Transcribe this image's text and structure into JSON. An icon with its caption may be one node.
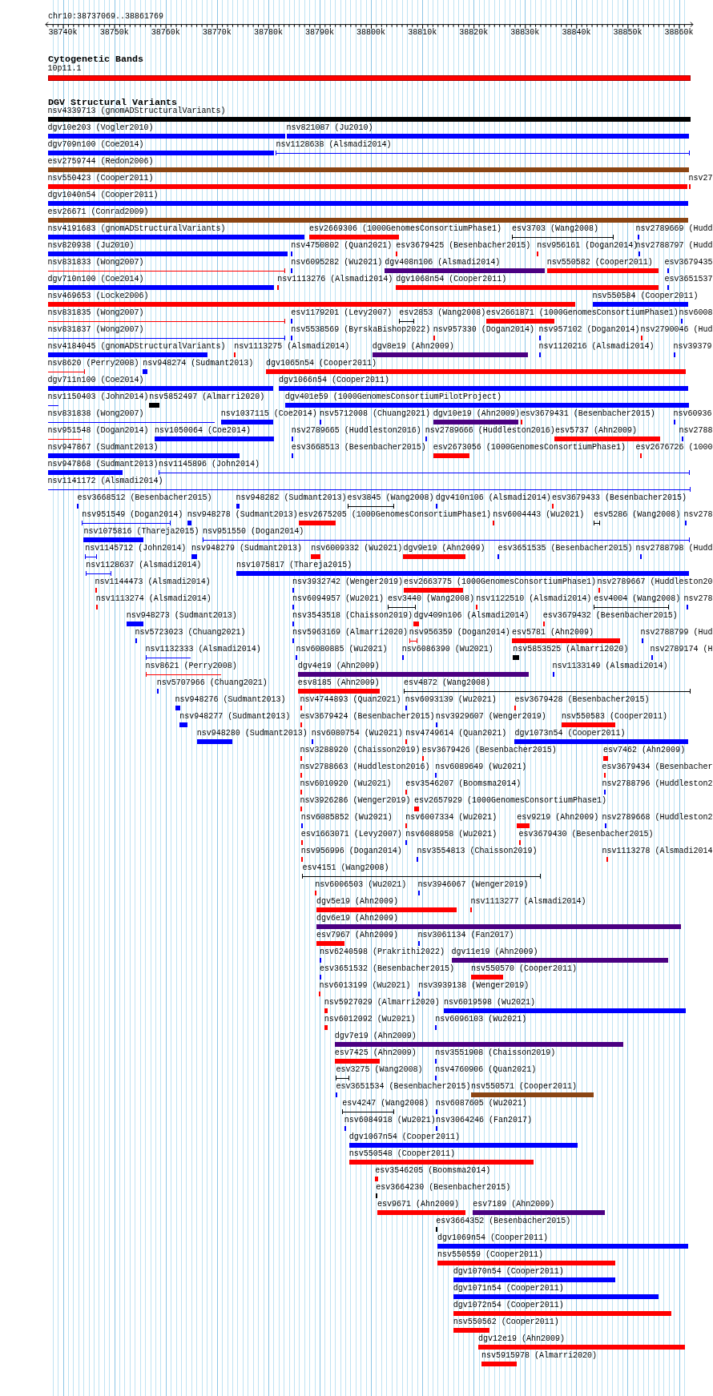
{
  "diagram": {
    "labels": [
      "chr10:38737069..38861769",
      "38740k",
      "38750k",
      "38760k",
      "38770k",
      "38780k",
      "38790k",
      "38800k",
      "38810k",
      "38820k",
      "38830k",
      "38840k",
      "38850k",
      "38860k",
      "Cytogenetic Bands",
      "DGV Structural Variants"
    ],
    "nodes": [
      {
        "text": [
          "10p11.1"
        ]
      },
      {
        "text": [
          "nsv4339713 (gnomADStructuralVariants)"
        ]
      },
      {
        "text": [
          "dgv10e203 (Vogler2010)"
        ]
      },
      {
        "text": [
          "nsv821087 (Ju2010)"
        ]
      },
      {
        "text": [
          "dgv709n100 (Coe2014)"
        ]
      },
      {
        "text": [
          "nsv1128638 (Alsmadi2014)"
        ]
      },
      {
        "text": [
          "esv2759744 (Redon2006)"
        ]
      },
      {
        "text": [
          "nsv550423 (Cooper2011)"
        ]
      },
      {
        "text": [
          "nsv27"
        ]
      },
      {
        "text": [
          "dgv1040n54 (Cooper2011)"
        ]
      },
      {
        "text": [
          "esv26671 (Conrad2009)"
        ]
      },
      {
        "text": [
          "nsv4191683 (gnomADStructuralVariants)"
        ]
      },
      {
        "text": [
          "esv2669306 (1000GenomesConsortiumPhase1)"
        ]
      },
      {
        "text": [
          "esv3703 (Wang2008)"
        ]
      },
      {
        "text": [
          "nsv2789669 (Hudd"
        ]
      },
      {
        "text": [
          "nsv820938 (Ju2010)"
        ]
      },
      {
        "text": [
          "nsv4750802 (Quan2021)"
        ]
      },
      {
        "text": [
          "esv3679425 (Besenbacher2015)"
        ]
      },
      {
        "text": [
          "nsv956161 (Dogan2014)"
        ]
      },
      {
        "text": [
          "nsv2788797 (Hudd"
        ]
      },
      {
        "text": [
          "nsv831833 (Wong2007)"
        ]
      },
      {
        "text": [
          "nsv6095282 (Wu2021)"
        ]
      },
      {
        "text": [
          "dgv408n106 (Alsmadi2014)"
        ]
      },
      {
        "text": [
          "nsv550582 (Cooper2011)"
        ]
      },
      {
        "text": [
          "esv3679435"
        ]
      },
      {
        "text": [
          "dgv710n100 (Coe2014)"
        ]
      },
      {
        "text": [
          "nsv1113276 (Alsmadi2014)"
        ]
      },
      {
        "text": [
          "dgv1068n54 (Cooper2011)"
        ]
      },
      {
        "text": [
          "esv3651537"
        ]
      },
      {
        "text": [
          "nsv469653 (Locke2006)"
        ]
      },
      {
        "text": [
          "nsv550584 (Cooper2011)"
        ]
      },
      {
        "text": [
          "nsv831835 (Wong2007)"
        ]
      },
      {
        "text": [
          "esv1179201 (Levy2007)"
        ]
      },
      {
        "text": [
          "esv2853 (Wang2008)"
        ]
      },
      {
        "text": [
          "esv2661871 (1000GenomesConsortiumPhase1)"
        ]
      },
      {
        "text": [
          "nsv6008"
        ]
      },
      {
        "text": [
          "nsv831837 (Wong2007)"
        ]
      },
      {
        "text": [
          "nsv5538569 (ByrskaBishop2022)"
        ]
      },
      {
        "text": [
          "nsv957330 (Dogan2014)"
        ]
      },
      {
        "text": [
          "nsv957102 (Dogan2014)"
        ]
      },
      {
        "text": [
          "nsv2790046 (Hud"
        ]
      },
      {
        "text": [
          "nsv4184045 (gnomADStructuralVariants)"
        ]
      },
      {
        "text": [
          "nsv1113275 (Alsmadi2014)"
        ]
      },
      {
        "text": [
          "dgv8e19 (Ahn2009)"
        ]
      },
      {
        "text": [
          "nsv1120216 (Alsmadi2014)"
        ]
      },
      {
        "text": [
          "nsv39379"
        ]
      },
      {
        "text": [
          "nsv8620 (Perry2008)"
        ]
      },
      {
        "text": [
          "nsv948274 (Sudmant2013)"
        ]
      },
      {
        "text": [
          "dgv1065n54 (Cooper2011)"
        ]
      },
      {
        "text": [
          "dgv711n100 (Coe2014)"
        ]
      },
      {
        "text": [
          "dgv1066n54 (Cooper2011)"
        ]
      },
      {
        "text": [
          "nsv1150403 (John2014)"
        ]
      },
      {
        "text": [
          "nsv5852497 (Almarri2020)"
        ]
      },
      {
        "text": [
          "dgv401e59 (1000GenomesConsortiumPilotProject)"
        ]
      },
      {
        "text": [
          "nsv831838 (Wong2007)"
        ]
      },
      {
        "text": [
          "nsv1037115 (Coe2014)"
        ]
      },
      {
        "text": [
          "nsv5712008 (Chuang2021)"
        ]
      },
      {
        "text": [
          "dgv10e19 (Ahn2009)"
        ]
      },
      {
        "text": [
          "esv3679431 (Besenbacher2015)"
        ]
      },
      {
        "text": [
          "nsv60936"
        ]
      },
      {
        "text": [
          "nsv951548 (Dogan2014)"
        ]
      },
      {
        "text": [
          "nsv1050064 (Coe2014)"
        ]
      },
      {
        "text": [
          "nsv2789665 (Huddleston2016)"
        ]
      },
      {
        "text": [
          "nsv2789666 (Huddleston2016)"
        ]
      },
      {
        "text": [
          "esv5737 (Ahn2009)"
        ]
      },
      {
        "text": [
          "nsv2788"
        ]
      },
      {
        "text": [
          "nsv947867 (Sudmant2013)"
        ]
      },
      {
        "text": [
          "esv3668513 (Besenbacher2015)"
        ]
      },
      {
        "text": [
          "esv2673056 (1000GenomesConsortiumPhase1)"
        ]
      },
      {
        "text": [
          "esv2676726 (1000"
        ]
      },
      {
        "text": [
          "nsv947868 (Sudmant2013)"
        ]
      },
      {
        "text": [
          "nsv1145896 (John2014)"
        ]
      },
      {
        "text": [
          "nsv1141172 (Alsmadi2014)"
        ]
      },
      {
        "text": [
          "esv3668512 (Besenbacher2015)"
        ]
      },
      {
        "text": [
          "nsv948282 (Sudmant2013)"
        ]
      },
      {
        "text": [
          "esv3845 (Wang2008)"
        ]
      },
      {
        "text": [
          "dgv410n106 (Alsmadi2014)"
        ]
      },
      {
        "text": [
          "esv3679433 (Besenbacher2015)"
        ]
      },
      {
        "text": [
          "nsv951549 (Dogan2014)"
        ]
      },
      {
        "text": [
          "nsv948278 (Sudmant2013)"
        ]
      },
      {
        "text": [
          "esv2675205 (1000GenomesConsortiumPhase1)"
        ]
      },
      {
        "text": [
          "nsv6004443 (Wu2021)"
        ]
      },
      {
        "text": [
          "esv5286 (Wang2008)"
        ]
      },
      {
        "text": [
          "nsv278"
        ]
      },
      {
        "text": [
          "nsv1075816 (Thareja2015)"
        ]
      },
      {
        "text": [
          "nsv951550 (Dogan2014)"
        ]
      },
      {
        "text": [
          "nsv1145712 (John2014)"
        ]
      },
      {
        "text": [
          "nsv948279 (Sudmant2013)"
        ]
      },
      {
        "text": [
          "nsv6009332 (Wu2021)"
        ]
      },
      {
        "text": [
          "dgv9e19 (Ahn2009)"
        ]
      },
      {
        "text": [
          "esv3651535 (Besenbacher2015)"
        ]
      },
      {
        "text": [
          "nsv2788798 (Hudd"
        ]
      },
      {
        "text": [
          "nsv1128637 (Alsmadi2014)"
        ]
      },
      {
        "text": [
          "nsv1075817 (Thareja2015)"
        ]
      },
      {
        "text": [
          "nsv1144473 (Alsmadi2014)"
        ]
      },
      {
        "text": [
          "nsv3932742 (Wenger2019)"
        ]
      },
      {
        "text": [
          "esv2663775 (1000GenomesConsortiumPhase1)"
        ]
      },
      {
        "text": [
          "nsv2789667 (Huddleston20"
        ]
      },
      {
        "text": [
          "nsv1113274 (Alsmadi2014)"
        ]
      },
      {
        "text": [
          "nsv6094957 (Wu2021)"
        ]
      },
      {
        "text": [
          "esv3440 (Wang2008)"
        ]
      },
      {
        "text": [
          "nsv1122510 (Alsmadi2014)"
        ]
      },
      {
        "text": [
          "esv4004 (Wang2008)"
        ]
      },
      {
        "text": [
          "nsv278"
        ]
      },
      {
        "text": [
          "nsv948273 (Sudmant2013)"
        ]
      },
      {
        "text": [
          "nsv3543518 (Chaisson2019)"
        ]
      },
      {
        "text": [
          "dgv409n106 (Alsmadi2014)"
        ]
      },
      {
        "text": [
          "esv3679432 (Besenbacher2015)"
        ]
      },
      {
        "text": [
          "nsv5723023 (Chuang2021)"
        ]
      },
      {
        "text": [
          "nsv5963169 (Almarri2020)"
        ]
      },
      {
        "text": [
          "nsv956359 (Dogan2014)"
        ]
      },
      {
        "text": [
          "esv5781 (Ahn2009)"
        ]
      },
      {
        "text": [
          "nsv2788799 (Hud"
        ]
      },
      {
        "text": [
          "nsv1132333 (Alsmadi2014)"
        ]
      },
      {
        "text": [
          "nsv6080885 (Wu2021)"
        ]
      },
      {
        "text": [
          "nsv6086390 (Wu2021)"
        ]
      },
      {
        "text": [
          "nsv5853525 (Almarri2020)"
        ]
      },
      {
        "text": [
          "nsv2789174 (H"
        ]
      },
      {
        "text": [
          "nsv8621 (Perry2008)"
        ]
      },
      {
        "text": [
          "dgv4e19 (Ahn2009)"
        ]
      },
      {
        "text": [
          "nsv1133149 (Alsmadi2014)"
        ]
      },
      {
        "text": [
          "nsv5707966 (Chuang2021)"
        ]
      },
      {
        "text": [
          "esv8185 (Ahn2009)"
        ]
      },
      {
        "text": [
          "esv4872 (Wang2008)"
        ]
      },
      {
        "text": [
          "nsv948276 (Sudmant2013)"
        ]
      },
      {
        "text": [
          "nsv4744893 (Quan2021)"
        ]
      },
      {
        "text": [
          "nsv6093139 (Wu2021)"
        ]
      },
      {
        "text": [
          "esv3679428 (Besenbacher2015)"
        ]
      },
      {
        "text": [
          "nsv948277 (Sudmant2013)"
        ]
      },
      {
        "text": [
          "esv3679424 (Besenbacher2015)"
        ]
      },
      {
        "text": [
          "nsv3929607 (Wenger2019)"
        ]
      },
      {
        "text": [
          "nsv550583 (Cooper2011)"
        ]
      },
      {
        "text": [
          "nsv948280 (Sudmant2013)"
        ]
      },
      {
        "text": [
          "nsv6080754 (Wu2021)"
        ]
      },
      {
        "text": [
          "nsv4749614 (Quan2021)"
        ]
      },
      {
        "text": [
          "dgv1073n54 (Cooper2011)"
        ]
      },
      {
        "text": [
          "nsv3288920 (Chaisson2019)"
        ]
      },
      {
        "text": [
          "esv3679426 (Besenbacher2015)"
        ]
      },
      {
        "text": [
          "esv7462 (Ahn2009)"
        ]
      },
      {
        "text": [
          "nsv2788663 (Huddleston2016)"
        ]
      },
      {
        "text": [
          "nsv6089649 (Wu2021)"
        ]
      },
      {
        "text": [
          "esv3679434 (Besenbacher"
        ]
      },
      {
        "text": [
          "nsv6010920 (Wu2021)"
        ]
      },
      {
        "text": [
          "esv3546207 (Boomsma2014)"
        ]
      },
      {
        "text": [
          "nsv2788796 (Huddleston2"
        ]
      },
      {
        "text": [
          "nsv3926286 (Wenger2019)"
        ]
      },
      {
        "text": [
          "esv2657929 (1000GenomesConsortiumPhase1)"
        ]
      },
      {
        "text": [
          "nsv6085852 (Wu2021)"
        ]
      },
      {
        "text": [
          "nsv6007334 (Wu2021)"
        ]
      },
      {
        "text": [
          "esv9219 (Ahn2009)"
        ]
      },
      {
        "text": [
          "nsv2789668 (Huddleston2"
        ]
      },
      {
        "text": [
          "esv1663071 (Levy2007)"
        ]
      },
      {
        "text": [
          "nsv6088958 (Wu2021)"
        ]
      },
      {
        "text": [
          "esv3679430 (Besenbacher2015)"
        ]
      },
      {
        "text": [
          "nsv956996 (Dogan2014)"
        ]
      },
      {
        "text": [
          "nsv3554813 (Chaisson2019)"
        ]
      },
      {
        "text": [
          "nsv1113278 (Alsmadi2014"
        ]
      },
      {
        "text": [
          "esv4151 (Wang2008)"
        ]
      },
      {
        "text": [
          "nsv6006503 (Wu2021)"
        ]
      },
      {
        "text": [
          "nsv3946067 (Wenger2019)"
        ]
      },
      {
        "text": [
          "dgv5e19 (Ahn2009)"
        ]
      },
      {
        "text": [
          "nsv1113277 (Alsmadi2014)"
        ]
      },
      {
        "text": [
          "dgv6e19 (Ahn2009)"
        ]
      },
      {
        "text": [
          "esv7967 (Ahn2009)"
        ]
      },
      {
        "text": [
          "nsv3061134 (Fan2017)"
        ]
      },
      {
        "text": [
          "nsv6240598 (Prakrithi2022)"
        ]
      },
      {
        "text": [
          "dgv11e19 (Ahn2009)"
        ]
      },
      {
        "text": [
          "esv3651532 (Besenbacher2015)"
        ]
      },
      {
        "text": [
          "nsv550570 (Cooper2011)"
        ]
      },
      {
        "text": [
          "nsv6013199 (Wu2021)"
        ]
      },
      {
        "text": [
          "nsv3939138 (Wenger2019)"
        ]
      },
      {
        "text": [
          "nsv5927029 (Almarri2020)"
        ]
      },
      {
        "text": [
          "nsv6019598 (Wu2021)"
        ]
      },
      {
        "text": [
          "nsv6012092 (Wu2021)"
        ]
      },
      {
        "text": [
          "nsv6096103 (Wu2021)"
        ]
      },
      {
        "text": [
          "dgv7e19 (Ahn2009)"
        ]
      },
      {
        "text": [
          "esv7425 (Ahn2009)"
        ]
      },
      {
        "text": [
          "nsv3551908 (Chaisson2019)"
        ]
      },
      {
        "text": [
          "esv3275 (Wang2008)"
        ]
      },
      {
        "text": [
          "nsv4760906 (Quan2021)"
        ]
      },
      {
        "text": [
          "esv3651534 (Besenbacher2015)"
        ]
      },
      {
        "text": [
          "nsv550571 (Cooper2011)"
        ]
      },
      {
        "text": [
          "esv4247 (Wang2008)"
        ]
      },
      {
        "text": [
          "nsv6087605 (Wu2021)"
        ]
      },
      {
        "text": [
          "nsv6084918 (Wu2021)"
        ]
      },
      {
        "text": [
          "nsv3064246 (Fan2017)"
        ]
      },
      {
        "text": [
          "dgv1067n54 (Cooper2011)"
        ]
      },
      {
        "text": [
          "nsv550548 (Cooper2011)"
        ]
      },
      {
        "text": [
          "esv3546205 (Boomsma2014)"
        ]
      },
      {
        "text": [
          "esv3664230 (Besenbacher2015)"
        ]
      },
      {
        "text": [
          "esv9671 (Ahn2009)"
        ]
      },
      {
        "text": [
          "esv7189 (Ahn2009)"
        ]
      },
      {
        "text": [
          "esv3664352 (Besenbacher2015)"
        ]
      },
      {
        "text": [
          "dgv1069n54 (Cooper2011)"
        ]
      },
      {
        "text": [
          "nsv550559 (Cooper2011)"
        ]
      },
      {
        "text": [
          "dgv1070n54 (Cooper2011)"
        ]
      },
      {
        "text": [
          "dgv1071n54 (Cooper2011)"
        ]
      },
      {
        "text": [
          "dgv1072n54 (Cooper2011)"
        ]
      },
      {
        "text": [
          "nsv550562 (Cooper2011)"
        ]
      },
      {
        "text": [
          "dgv12e19 (Ahn2009)"
        ]
      },
      {
        "text": [
          "nsv5915978 (Almarri2020)"
        ]
      }
    ]
  }
}
